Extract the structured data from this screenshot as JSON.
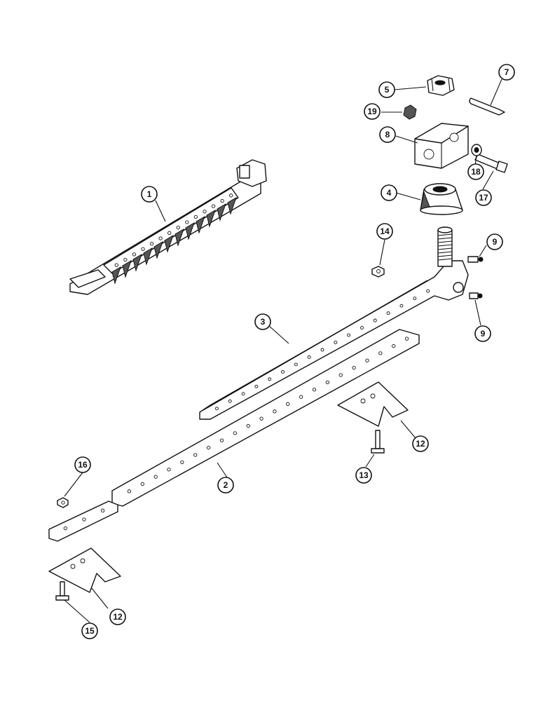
{
  "callouts": [
    {
      "id": "c1",
      "label": "1"
    },
    {
      "id": "c2",
      "label": "2"
    },
    {
      "id": "c3",
      "label": "3"
    },
    {
      "id": "c4",
      "label": "4"
    },
    {
      "id": "c5",
      "label": "5"
    },
    {
      "id": "c7",
      "label": "7"
    },
    {
      "id": "c8",
      "label": "8"
    },
    {
      "id": "c9a",
      "label": "9"
    },
    {
      "id": "c9b",
      "label": "9"
    },
    {
      "id": "c12a",
      "label": "12"
    },
    {
      "id": "c12b",
      "label": "12"
    },
    {
      "id": "c13",
      "label": "13"
    },
    {
      "id": "c14",
      "label": "14"
    },
    {
      "id": "c15",
      "label": "15"
    },
    {
      "id": "c16",
      "label": "16"
    },
    {
      "id": "c17",
      "label": "17"
    },
    {
      "id": "c18",
      "label": "18"
    },
    {
      "id": "c19",
      "label": "19"
    }
  ]
}
